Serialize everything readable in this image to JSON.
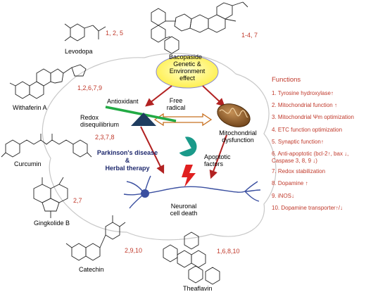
{
  "compounds": [
    {
      "name": "Bacopaside",
      "refs": "1-4, 7"
    },
    {
      "name": "Levodopa",
      "refs": "1, 2, 5"
    },
    {
      "name": "Withaferin A",
      "refs": "1,2,6,7,9"
    },
    {
      "name": "Curcumin",
      "refs": "2,3,7,8"
    },
    {
      "name": "Gingkolide B",
      "refs": "2,7"
    },
    {
      "name": "Catechin",
      "refs": "2,9,10"
    },
    {
      "name": "Theaflavin",
      "refs": "1,6,8,10"
    }
  ],
  "center": {
    "genetic_line1": "Genetic &",
    "genetic_line2": "Environment",
    "genetic_line3": "effect",
    "antioxidant": "Antioxidant",
    "free_radical_line1": "Free",
    "free_radical_line2": "radical",
    "redox_line1": "Redox",
    "redox_line2": "disequilibrium",
    "mito_line1": "Mitochondrial",
    "mito_line2": "dysfunction",
    "apoptotic_line1": "Apoptotic",
    "apoptotic_line2": "factors",
    "pd_line1": "Parkinson's disease",
    "pd_line2": "&",
    "pd_line3": "Herbal therapy",
    "neuron_line1": "Neuronal",
    "neuron_line2": "cell death"
  },
  "functions": {
    "title": "Functions",
    "items": [
      "1. Tyrosine hydroxylase↑",
      "2. Mitochondrial function ↑",
      "3. Mitochondrial Ψm optimization",
      "4. ETC function optimization",
      "5. Synaptic function↑",
      "6. Anti-apoptotic  (bcl-2↑, bax ↓,",
      "    Caspase 3, 8, 9 ↓)",
      "7. Redox stabilization",
      "8. Dopamine ↑",
      "9. iNOS↓",
      "10. Dopamine transporter↑/↓"
    ]
  },
  "colors": {
    "arrow": "#b22222",
    "ellipse": "#ffff66",
    "ellipse_stroke": "#8a8ad0",
    "text_red": "#c0392b",
    "pd_text": "#1f2a6e",
    "triangle": "#1f3c5f",
    "lever": "#22aa44",
    "pacman": "#1a9a8a",
    "mito": "#8b5a2b",
    "neuron": "#3a4fa0",
    "outline": "#c8c8c8"
  }
}
